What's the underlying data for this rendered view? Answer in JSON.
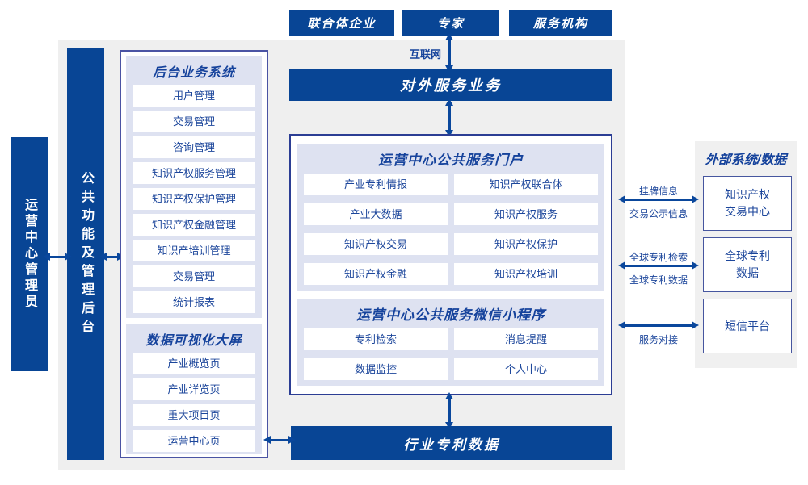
{
  "colors": {
    "primary_blue": "#084595",
    "arrow_blue": "#0a479c",
    "text_blue": "#1c469b",
    "panel_lavender": "#dee2f1",
    "canvas_gray": "#efefef"
  },
  "actors": [
    {
      "label": "联合体企业"
    },
    {
      "label": "专家"
    },
    {
      "label": "服务机构"
    }
  ],
  "internet_label": "互联网",
  "external_service_bar": "对外服务业务",
  "industry_data_bar": "行业专利数据",
  "rails": {
    "admin": "运营中心管理员",
    "backend": "公共功能及管理后台"
  },
  "backend_panel": {
    "title": "后台业务系统",
    "items": [
      "用户管理",
      "交易管理",
      "咨询管理",
      "知识产权服务管理",
      "知识产权保护管理",
      "知识产权金融管理",
      "知识产培训管理",
      "交易管理",
      "统计报表"
    ]
  },
  "dashboard_panel": {
    "title": "数据可视化大屏",
    "items": [
      "产业概览页",
      "产业详览页",
      "重大项目页",
      "运营中心页"
    ]
  },
  "portal": {
    "title": "运营中心公共服务门户",
    "items": [
      "产业专利情报",
      "知识产权联合体",
      "产业大数据",
      "知识产权服务",
      "知识产权交易",
      "知识产权保护",
      "知识产权金融",
      "知识产权培训"
    ]
  },
  "miniapp": {
    "title": "运营中心公共服务微信小程序",
    "items": [
      "专利检索",
      "消息提醒",
      "数据监控",
      "个人中心"
    ]
  },
  "external_panel": {
    "title": "外部系统/数据",
    "systems": [
      "知识产权\n交易中心",
      "全球专利\n数据",
      "短信平台"
    ]
  },
  "links": {
    "link1_top": "挂牌信息",
    "link1_bottom": "交易公示信息",
    "link2_top": "全球专利检索",
    "link2_bottom": "全球专利数据",
    "link3_bottom": "服务对接"
  }
}
